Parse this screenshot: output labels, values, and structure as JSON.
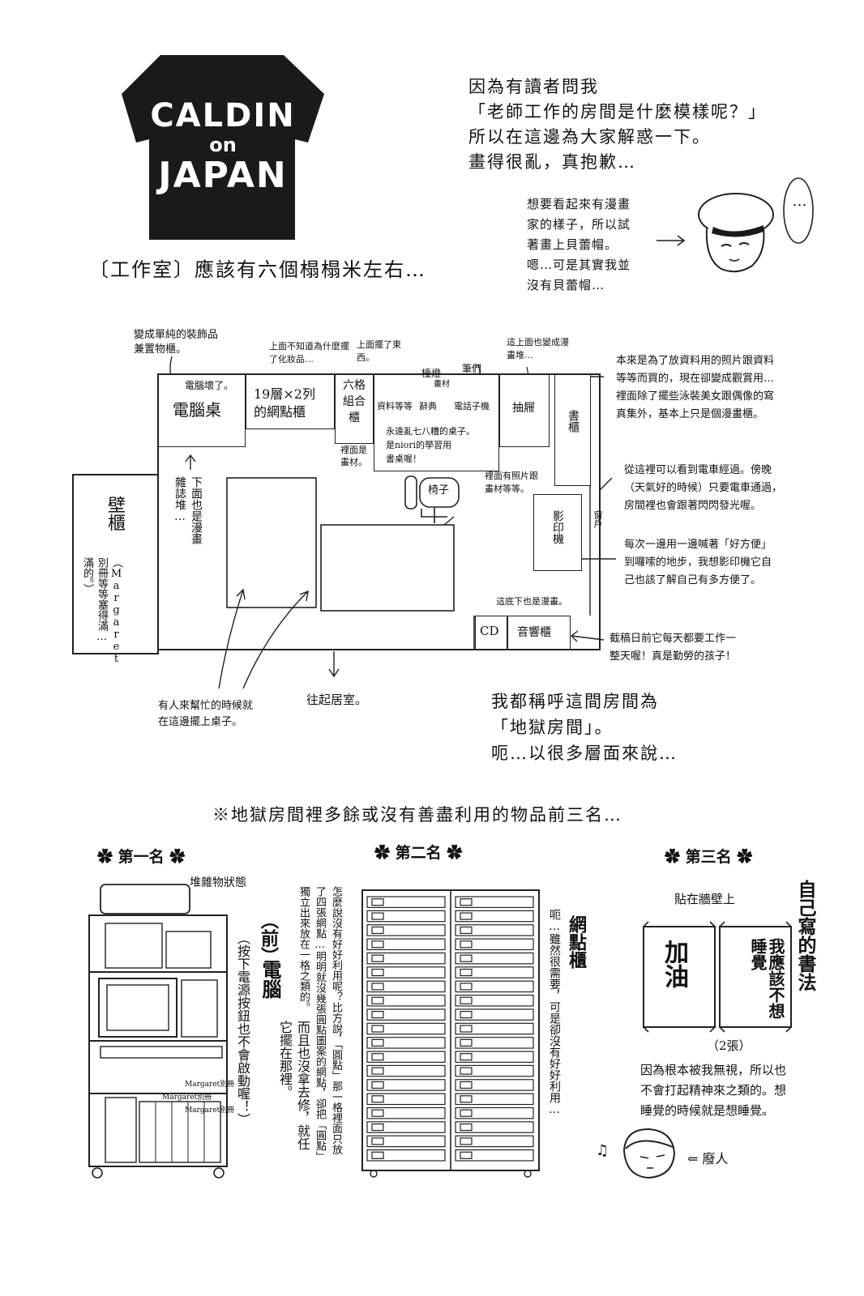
{
  "logo": {
    "line1": "CALDIN",
    "line2": "on",
    "line3": "JAPAN"
  },
  "intro": {
    "lines": [
      "因為有讀者問我",
      "「老師工作的房間是什麼模樣呢？」",
      "所以在這邊為大家解惑一下。",
      "畫得很亂，真抱歉…"
    ]
  },
  "beret_note": {
    "lines": [
      "想要看起來有漫畫",
      "家的樣子，所以試",
      "著畫上貝蕾帽。",
      "嗯…可是其實我並",
      "沒有貝蕾帽…"
    ]
  },
  "speech_bubble": "…",
  "studio_heading": "〔工作室〕應該有六個榻榻米左右…",
  "floorplan": {
    "note_decor": "變成單純的裝飾品兼置物櫃。",
    "note_pc_broken": "電腦壞了。",
    "pc_desk": "電腦桌",
    "note_top_unknown": "上面不知道為什麼擺了化妝品…",
    "tone_cabinet": [
      "19層×2列",
      "的網點櫃"
    ],
    "note_top_stuff": "上面擺了東西。",
    "six_cabinet": "六格組合櫃",
    "six_cabinet_inside": "裡面是畫材。",
    "lamp": "檯燈",
    "pens": "筆們",
    "materials_small": "畫材",
    "materials": "資料等等",
    "dictionary": "辭典",
    "phone": "電話子機",
    "desk_note": [
      "永遠亂七八糟的桌子。",
      "是niori的學習用",
      "書桌喔！"
    ],
    "note_above_drawer": "這上面也變成漫畫堆…",
    "drawer": "抽屜",
    "drawer_inside": "裡面有照片跟畫材等等。",
    "bookshelf": "書櫃",
    "chair": "椅子",
    "copier": "影印機",
    "window": "窗戶",
    "note_manga_under": "下面也是漫畫雜誌堆…",
    "closet": "壁櫃",
    "closet_note": "（Margaret別冊等等塞得滿…滿的。）",
    "note_under_manga": "這底下也是漫畫。",
    "cd": "CD",
    "stereo": "音響櫃",
    "note_desk_helpers": [
      "有人來幫忙的時候就",
      "在這邊擺上桌子。"
    ],
    "to_living": "往起居室。",
    "right_note_1": [
      "本來是為了放資料用的照片跟資料",
      "等等而買的，現在卻變成觀賞用…",
      "裡面除了擺些泳裝美女跟偶像的寫",
      "真集外，基本上只是個漫畫櫃。"
    ],
    "right_note_2": [
      "從這裡可以看到電車經過。傍晚",
      "（天氣好的時候）只要電車通過，",
      "房間裡也會跟著閃閃發光喔。"
    ],
    "right_note_3": [
      "每次一邊用一邊喊著「好方便」",
      "到囉嗦的地步，我想影印機它自",
      "己也該了解自己有多方便了。"
    ],
    "right_note_4": [
      "截稿日前它每天都要工作一",
      "整天喔！真是勤勞的孩子！"
    ]
  },
  "hell_room": {
    "lines": [
      "我都稱呼這間房間為",
      "「地獄房間」。",
      "呃…以很多層面來說…"
    ]
  },
  "ranking_title": "※地獄房間裡多餘或沒有善盡利用的物品前三名…",
  "rank1": {
    "label": "第一名",
    "pile_note": "堆雜物狀態",
    "item_prefix": "（前）",
    "item": "電腦",
    "text1": "而且也沒拿去修，就任它擺在那裡。",
    "text2": "（按下電源按鈕也不會啟動喔！）",
    "books": "Margaret別冊"
  },
  "rank2": {
    "label": "第二名",
    "item": "網點櫃",
    "text_left": "怎麼說沒有好好利用呢？比方說，「圓點」那一格裡面只放了四張網點…明明就沒幾張圓點圖案的網點，卻把「圓點」獨立出來放在一格之類的。",
    "text_right": "呃…雖然很需要，可是卻沒有好好利用…"
  },
  "rank3": {
    "label": "第三名",
    "wall_note": "貼在牆壁上",
    "item": "自己寫的書法",
    "scroll1": "加油",
    "scroll2": "我應該不想睡覺",
    "count": "（2張）",
    "desc": [
      "因為根本被我無視，所以也",
      "不會打起精神來之類的。想",
      "睡覺的時候就是想睡覺。"
    ],
    "useless": "廢人",
    "music": "♫"
  }
}
